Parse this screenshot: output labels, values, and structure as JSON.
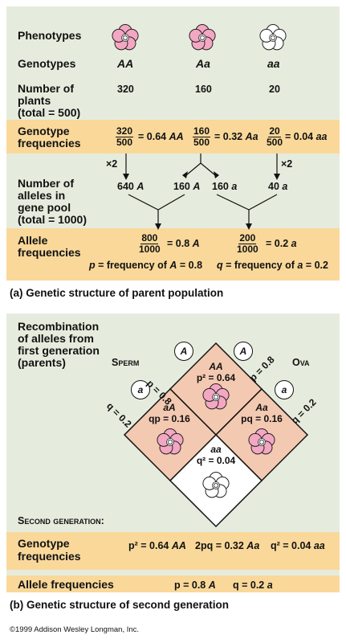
{
  "part_a": {
    "phenotypes_label": "Phenotypes",
    "genotypes_label": "Genotypes",
    "genotypes": [
      "AA",
      "Aa",
      "aa"
    ],
    "plants_label_1": "Number of",
    "plants_label_2": "plants",
    "plants_label_3": "(total = 500)",
    "plant_counts": [
      "320",
      "160",
      "20"
    ],
    "genotype_freq_label_1": "Genotype",
    "genotype_freq_label_2": "frequencies",
    "geno_fracs": [
      {
        "num": "320",
        "den": "500",
        "eq": "= 0.64",
        "g": "AA"
      },
      {
        "num": "160",
        "den": "500",
        "eq": "= 0.32",
        "g": "Aa"
      },
      {
        "num": "20",
        "den": "500",
        "eq": "= 0.04",
        "g": "aa"
      }
    ],
    "times_two": "×2",
    "alleles_label_1": "Number of",
    "alleles_label_2": "alleles in",
    "alleles_label_3": "gene pool",
    "alleles_label_4": "(total = 1000)",
    "allele_counts": [
      {
        "n": "640",
        "a": "A"
      },
      {
        "n": "160",
        "a": "A"
      },
      {
        "n": "160",
        "a": "a"
      },
      {
        "n": "40",
        "a": "a"
      }
    ],
    "allele_freq_label_1": "Allele",
    "allele_freq_label_2": "frequencies",
    "allele_fracs": [
      {
        "num": "800",
        "den": "1000",
        "eq": "= 0.8",
        "a": "A"
      },
      {
        "num": "200",
        "den": "1000",
        "eq": "= 0.2",
        "a": "a"
      }
    ],
    "p_def": {
      "v": "p",
      "t": " = frequency of ",
      "a": "A",
      "r": " = 0.8"
    },
    "q_def": {
      "v": "q",
      "t": " = frequency of ",
      "a": "a",
      "r": " = 0.2"
    },
    "caption": "(a) Genetic structure of parent population"
  },
  "part_b": {
    "recomb_1": "Recombination",
    "recomb_2": "of alleles from",
    "recomb_3": "first generation",
    "recomb_4": "(parents)",
    "sperm_label": "Sperm",
    "ova_label": "Ova",
    "allele_A": "A",
    "allele_a": "a",
    "p_label": "p = 0.8",
    "q_label": "q = 0.2",
    "cells": {
      "top": {
        "g": "AA",
        "f": "p² = 0.64"
      },
      "left": {
        "g": "aA",
        "f": "qp = 0.16"
      },
      "right": {
        "g": "Aa",
        "f": "pq = 0.16"
      },
      "bottom": {
        "g": "aa",
        "f": "q² = 0.04"
      }
    },
    "second_gen_label": "Second generation:",
    "genotype_freq_label_1": "Genotype",
    "genotype_freq_label_2": "frequencies",
    "gen2_genotypes": [
      {
        "e": "p² = 0.64",
        "g": "AA"
      },
      {
        "e": "2pq = 0.32",
        "g": "Aa"
      },
      {
        "e": "q² = 0.04",
        "g": "aa"
      }
    ],
    "allele_freq_label": "Allele frequencies",
    "gen2_alleles": [
      {
        "e": "p = 0.8",
        "a": "A"
      },
      {
        "e": "q = 0.2",
        "a": "a"
      }
    ],
    "caption": "(b) Genetic structure of second generation"
  },
  "footer": "©1999 Addison Wesley Longman, Inc.",
  "colors": {
    "panel": "#e6ecdd",
    "band": "#f9d89a",
    "cell_dominant": "#f3c9b1",
    "cell_recessive": "#ffffff",
    "pink_flower": "#f4a7c3",
    "white_flower": "#ffffff"
  }
}
